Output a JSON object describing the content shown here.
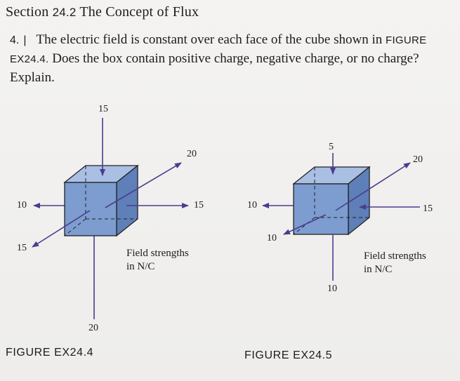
{
  "header": {
    "section_prefix": "Section",
    "section_number": "24.2",
    "title": "The Concept of Flux"
  },
  "problem": {
    "number": "4.",
    "difficulty_mark": "|",
    "text_part1": "The electric field is constant over each face of the cube shown in",
    "figure_ref": "FIGURE EX24.4.",
    "text_part2": "Does the box contain positive charge, negative charge, or no charge? Explain."
  },
  "figure_ex24_4": {
    "caption": "FIGURE EX24.4",
    "labels": {
      "top": "15",
      "back_right": "20",
      "right": "15",
      "left": "10",
      "front_left": "15",
      "bottom": "20"
    },
    "note_line1": "Field strengths",
    "note_line2": "in N/C"
  },
  "figure_ex24_5": {
    "caption": "FIGURE EX24.5",
    "labels": {
      "top": "5",
      "back_right": "20",
      "right": "15",
      "left": "10",
      "front_left": "10",
      "bottom": "10"
    },
    "note_line1": "Field strengths",
    "note_line2": "in N/C"
  },
  "colors": {
    "cube_front": "#7d9ccf",
    "cube_top": "#a9bfe4",
    "cube_side": "#5f7fb8",
    "arrow": "#4a3d8f"
  }
}
